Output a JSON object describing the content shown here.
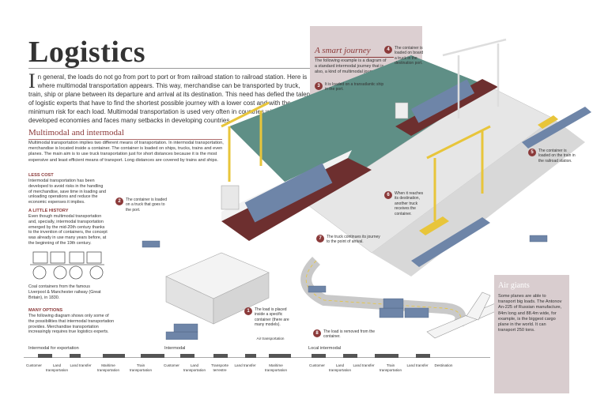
{
  "title": "Logistics",
  "intro": {
    "dropcap": "I",
    "text": "n general, the loads do not go from port to port or from railroad station to railroad station. Here is where multimodal transportation appears. This way, merchandise can be transported by truck, train, ship or plane between its departure and arrival at its destination. This need has defied the talent of logistic experts that have to find the shortest possible journey with a lower cost and with the minimum risk for each load. Multimodal transportation is used very often in countries with more developed economies and faces many setbacks in developing countries."
  },
  "multimodal": {
    "heading": "Multimodal and intermodal",
    "text": "Multimodal transportation implies two different means of transportation. In intermodal transportation, merchandise is located inside a container. The container is loaded on ships, trucks, trains and even planes. The main aim is to use truck transportation just for short distances because it is the most expensive and least efficient means of transport. Long distances are covered by trains and ships."
  },
  "sidebar": {
    "less_cost_head": "LESS COST",
    "less_cost_text": "Intermodal transportation has been developed to avoid risks in the handling of merchandise, save time in loading and unloading operations and reduce the economic expenses it implies.",
    "history_head": "A LITTLE HISTORY",
    "history_text": "Even though multimodal transportation and, specially, intermodal transportation emerged by the mid-20th century thanks to the invention of containers, the concept was already in use many years before, at the beginning of the 19th century.",
    "coal_caption": "Coal containers from the famous Liverpool & Manchester railway (Great Britain), in 1830.",
    "options_head": "MANY OPTIONS",
    "options_text": "The following diagram shows only some of the possibilities that intermodal transportation provides. Merchandise transportation increasingly requires true logistics experts."
  },
  "smart_journey": {
    "title": "A smart journey",
    "text": "The following example is a diagram of a standard intermodal journey that is, also, a kind of multimodal journey."
  },
  "air_giants": {
    "title": "Air giants",
    "text": "Some planes are able to transport big loads. The Antonov An-225 of Russian manufacture, 84m long and 88.4m wide, for example, is the biggest cargo plane in the world. It can transport 250 tons."
  },
  "steps": [
    {
      "num": "1",
      "text": "The load is placed inside a specific container (there are many models)."
    },
    {
      "num": "2",
      "text": "The container is loaded on a truck that goes to the port."
    },
    {
      "num": "3",
      "text": "It is loaded on a transatlantic ship in the port."
    },
    {
      "num": "4",
      "text": "The container is loaded on board a truck in the destination port."
    },
    {
      "num": "5",
      "text": "The container is loaded on the train in the railroad station."
    },
    {
      "num": "6",
      "text": "When it reaches its destination, another truck receives the container."
    },
    {
      "num": "7",
      "text": "The truck continues its journey to the point of arrival."
    },
    {
      "num": "8",
      "text": "The load is removed from the container."
    }
  ],
  "flow": {
    "intermodal_export": "Intermodal for exportation",
    "intermodal": "Intermodal",
    "local_intermodal": "Local intermodal",
    "air_transport": "Air transportation",
    "items_left": [
      "Customer",
      "Land transportation",
      "Land transfer",
      "Maritime transportation",
      "Train transportation"
    ],
    "items_mid": [
      "Customer",
      "Land transportation",
      "Transporte terrestre",
      "Land transfer",
      "Maritime transportation"
    ],
    "items_right": [
      "Customer",
      "Land transportation",
      "Land transfer",
      "Train transportation",
      "Land transfer",
      "Destination"
    ]
  },
  "colors": {
    "accent": "#8b3a3a",
    "water": "#5f8f86",
    "crane": "#e8c53a",
    "box": "#dccfd1"
  }
}
